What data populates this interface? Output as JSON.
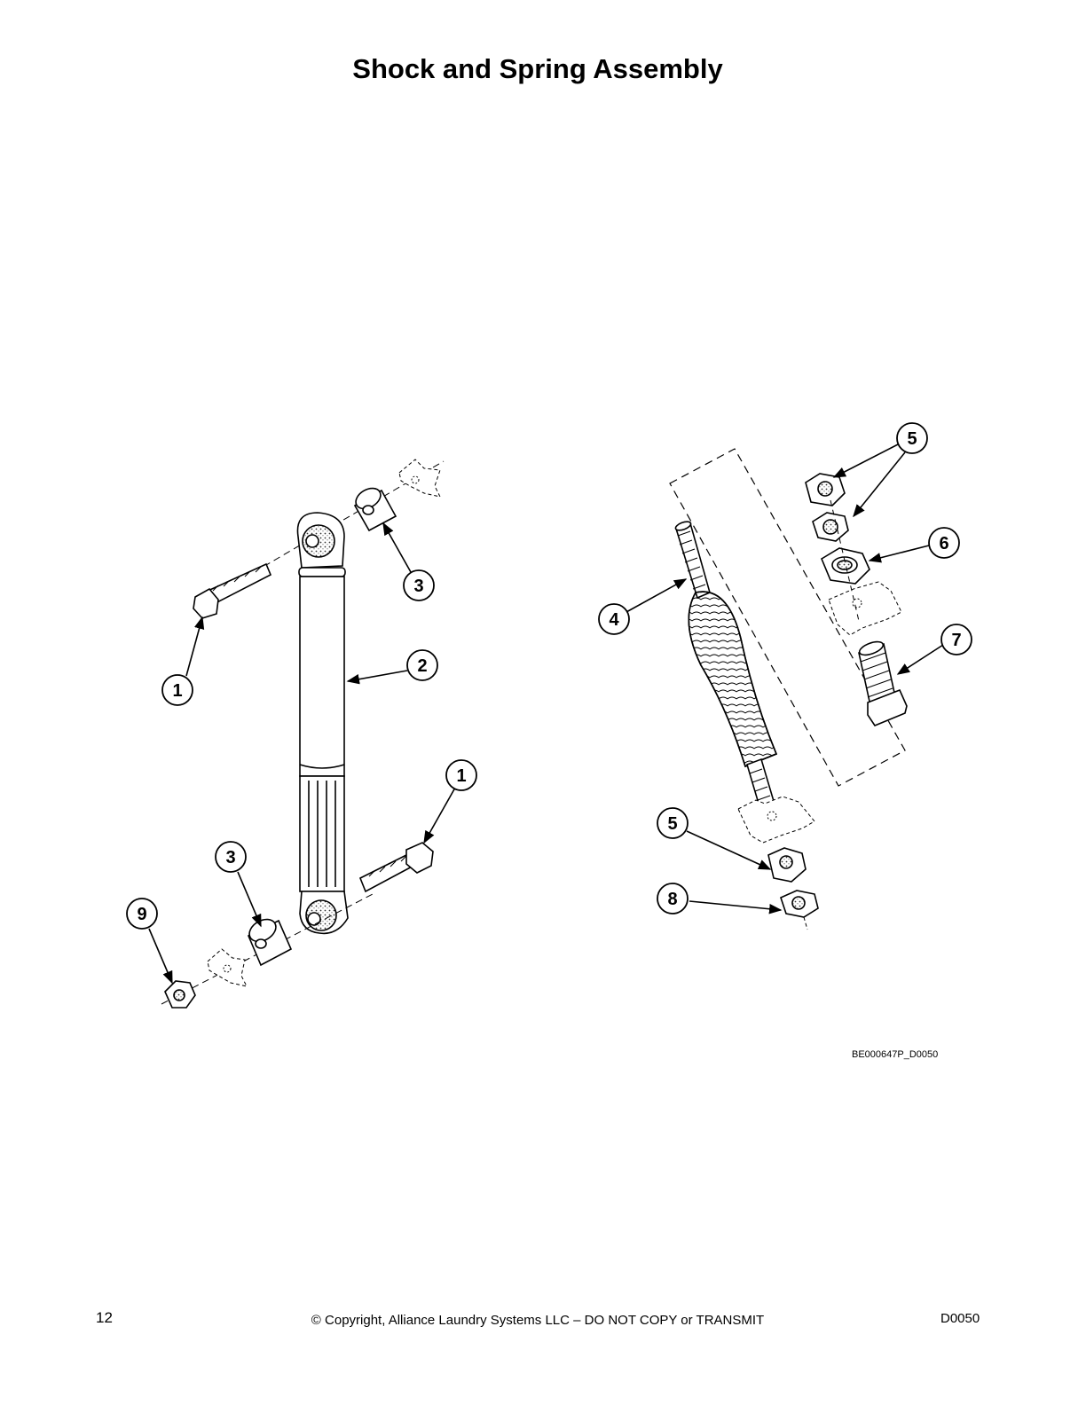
{
  "page": {
    "title": "Shock and Spring Assembly",
    "figure_code": "BE000647P_D0050",
    "footer": {
      "page_number": "12",
      "copyright": "© Copyright, Alliance Laundry Systems LLC – DO NOT COPY or TRANSMIT",
      "doc_code": "D0050"
    }
  },
  "callouts": [
    "1",
    "2",
    "3",
    "1",
    "3",
    "9",
    "4",
    "5",
    "6",
    "7",
    "5",
    "8"
  ]
}
